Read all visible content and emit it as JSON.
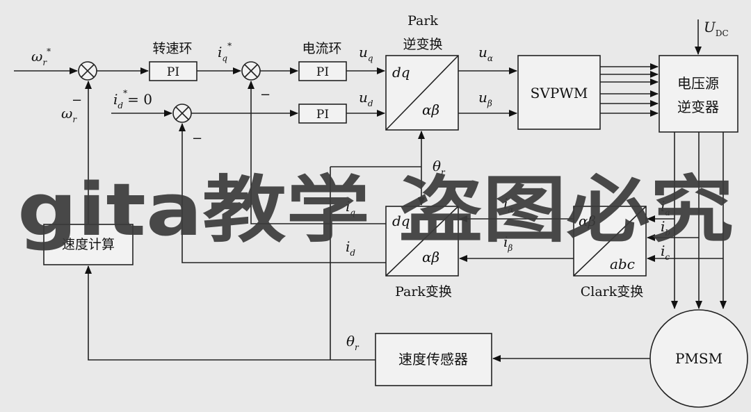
{
  "diagram": {
    "blocks": {
      "pi_speed": "PI",
      "pi_iq": "PI",
      "pi_id": "PI",
      "svpwm": "SVPWM",
      "inverter_line1": "电压源",
      "inverter_line2": "逆变器",
      "speed_calc": "速度计算",
      "speed_sensor": "速度传感器",
      "pmsm": "PMSM",
      "inv_park_in": "dq",
      "inv_park_out": "αβ",
      "park_in": "dq",
      "park_out": "αβ",
      "clark_in": "αβ",
      "clark_out": "abc"
    },
    "captions": {
      "speed_loop": "转速环",
      "current_loop": "电流环",
      "inv_park_line1": "Park",
      "inv_park_line2": "逆变换",
      "park": "Park变换",
      "clark": "Clark变换"
    },
    "signals": {
      "omega_ref_base": "ω",
      "omega_ref_sub": "r",
      "omega_ref_sup": "*",
      "omega_fb_base": "ω",
      "omega_fb_sub": "r",
      "iq_ref_base": "i",
      "iq_ref_sub": "q",
      "iq_ref_sup": "*",
      "id_ref_base": "i",
      "id_ref_sub": "d",
      "id_ref_sup": "*",
      "id_ref_eq": "= 0",
      "uq_base": "u",
      "uq_sub": "q",
      "ud_base": "u",
      "ud_sub": "d",
      "ualpha_base": "u",
      "ualpha_sub": "α",
      "ubeta_base": "u",
      "ubeta_sub": "β",
      "udc_base": "U",
      "udc_sub": "DC",
      "theta1_base": "θ",
      "theta1_sub": "r",
      "theta2_base": "θ",
      "theta2_sub": "r",
      "iq_fb_base": "i",
      "iq_fb_sub": "q",
      "id_fb_base": "i",
      "id_fb_sub": "d",
      "ialpha_base": "i",
      "ialpha_sub": "α",
      "ibeta_base": "i",
      "ibeta_sub": "β",
      "ia_base": "i",
      "ia_sub": "a",
      "ib_base": "i",
      "ib_sub": "b",
      "ic_base": "i",
      "ic_sub": "c",
      "minus": "−"
    }
  },
  "watermark": "gita教学 盗图必究"
}
